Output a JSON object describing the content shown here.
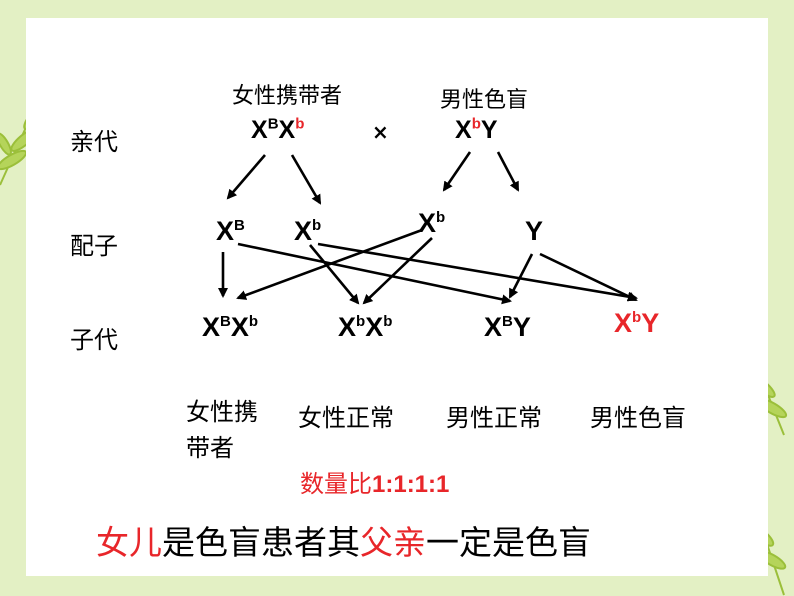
{
  "generation_labels": {
    "parent": "亲代",
    "gamete": "配子",
    "offspring": "子代"
  },
  "parents": {
    "female": {
      "title": "女性携带者",
      "X1": "X",
      "X1_allele": "B",
      "X2": "X",
      "X2_allele": "b"
    },
    "cross": "×",
    "male": {
      "title": "男性色盲",
      "X": "X",
      "X_allele": "b",
      "Y": "Y"
    }
  },
  "gametes": [
    {
      "base": "X",
      "allele": "B"
    },
    {
      "base": "X",
      "allele": "b"
    },
    {
      "base": "X",
      "allele": "b"
    },
    {
      "base": "Y",
      "allele": ""
    }
  ],
  "offspring": [
    {
      "g1": "X",
      "a1": "B",
      "g2": "X",
      "a2": "b",
      "phenotype_line1": "女性携",
      "phenotype_line2": "带者"
    },
    {
      "g1": "X",
      "a1": "b",
      "g2": "X",
      "a2": "b",
      "phenotype_line1": "女性正常"
    },
    {
      "g1": "X",
      "a1": "B",
      "g2": "Y",
      "phenotype_line1": "男性正常"
    },
    {
      "g1": "X",
      "a1": "b",
      "g2": "Y",
      "phenotype_line1": "男性色盲"
    }
  ],
  "ratio": {
    "label": "数量比",
    "value": "1:1:1:1"
  },
  "conclusion": {
    "part1": "女儿",
    "part2": "是色盲患者其",
    "part3": "父亲",
    "part4": "一定是色盲"
  },
  "colors": {
    "accent_red": "#e8262a",
    "background_green": "#e3f0c4",
    "leaf_green": "#a8c84a"
  }
}
